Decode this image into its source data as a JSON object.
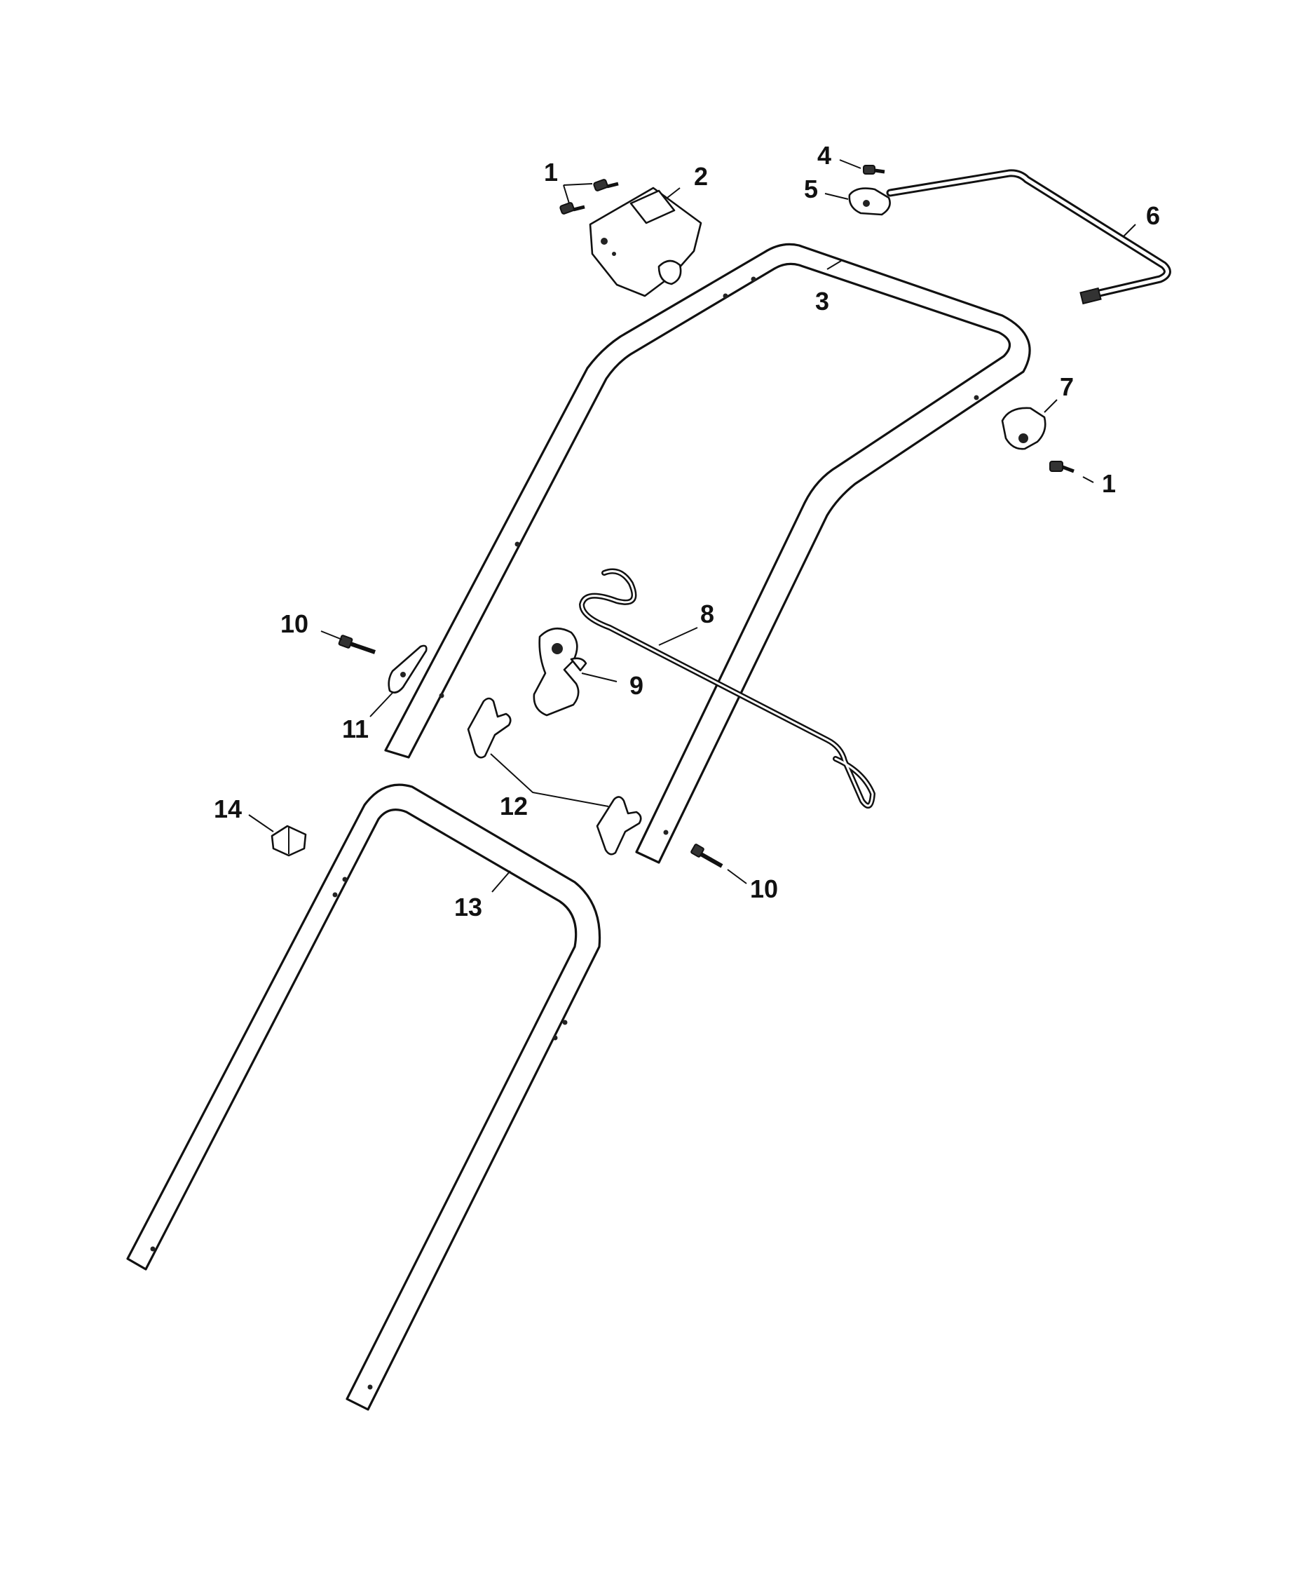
{
  "callouts": {
    "c1a": "1",
    "c2": "2",
    "c3": "3",
    "c4": "4",
    "c5": "5",
    "c6": "6",
    "c7": "7",
    "c1b": "1",
    "c8": "8",
    "c9": "9",
    "c10a": "10",
    "c11": "11",
    "c12": "12",
    "c14": "14",
    "c13": "13",
    "c10b": "10"
  }
}
